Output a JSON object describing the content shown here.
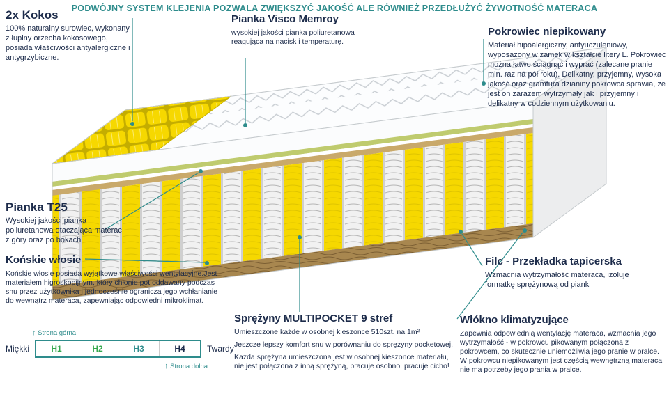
{
  "header": {
    "title": "PODWÓJNY SYSTEM KLEJENIA POZWALA ZWIĘKSZYĆ JAKOŚĆ ALE RÓWNIEŻ PRZEDŁUŻYĆ ŻYWOTNOŚĆ MATERACA"
  },
  "callouts": {
    "kokos": {
      "title": "2x Kokos",
      "body": "100% naturalny surowiec, wykonany z łupiny orzecha kokosowego, posiada właściwości antyalergiczne i antygrzybiczne."
    },
    "visco": {
      "title": "Pianka Visco Memroy",
      "body": "wysokiej jakości pianka poliuretanowa reagująca na nacisk i temperaturę."
    },
    "pokrowiec": {
      "title": "Pokrowiec niepikowany",
      "body": "Materiał hipoalergiczny, antyuczuleniowy, wyposażony w zamek w kształcie litery L. Pokrowiec można łatwo ściągnąć i wyprać (zalecane pranie min. raz na pół roku). Delikatny, przyjemny, wysoka jakość oraz gramtura dzianiny pokrowca sprawia, że jest on zarazem wytrzymały jak i przyjemny i delikatny w codziennym użytkowaniu."
    },
    "t25": {
      "title": "Pianka T25",
      "body": "Wysokiej jakości pianka poliuretanowa otaczająca materac z góry oraz po bokach"
    },
    "wlosie": {
      "title": "Końskie włosie",
      "body": "Końskie włosie posiada wyjątkowe właściwości wentylacyjne.Jest materiałem higroskopijnym, który chłonie pot oddawany podczas snu przez użytkownika i jednocześnie ogranicza jego wchłanianie do wewnątrz materaca, zapewniając odpowiedni mikroklimat."
    },
    "sprezyny": {
      "title": "Sprężyny MULTIPOCKET 9 stref",
      "paragraphs": [
        "Umieszczone każde w osobnej kieszonce 510szt. na 1m²",
        "Jeszcze lepszy komfort snu w porównaniu do sprężyny pocketowej.",
        "Każda sprężyna umieszczona jest w osobnej kieszonce materiału, nie jest połączona z inną sprężyną, pracuje osobno. pracuje cicho!"
      ]
    },
    "filc": {
      "title": "Filc - Przekładka tapicerska",
      "body": "Wzmacnia wytrzymałość materaca, izoluje formatkę sprężynową od pianki"
    },
    "wlokno": {
      "title": "Włókno klimatyzujące",
      "body": "Zapewnia odpowiednią wentylację materaca, wzmacnia jego wytrzymałość - w pokrowcu pikowanym połączona z pokrowcem, co skutecznie uniemożliwia jego pranie w pralce. W pokrowcu niepikowanym jest częścią wewnętrzną materaca, nie ma potrzeby jego prania w pralce."
    }
  },
  "scale": {
    "top_label": "Strona górna",
    "bottom_label": "Strona dolna",
    "left_label": "Miękki",
    "right_label": "Twardy",
    "segments": [
      {
        "label": "H1",
        "color": "#33A64C"
      },
      {
        "label": "H2",
        "color": "#33A64C"
      },
      {
        "label": "H3",
        "color": "#2E8C8C"
      },
      {
        "label": "H4",
        "color": "#1C2B4A"
      }
    ]
  },
  "colors": {
    "accent_teal": "#2E8C8C",
    "text_navy": "#1C2B4A",
    "spring_yellow": "#F6D800",
    "wood_brown": "#A8874F",
    "wood_dark": "#7C5F33",
    "foam_green": "#BFCB6E",
    "foam_tan": "#C9A96A"
  }
}
